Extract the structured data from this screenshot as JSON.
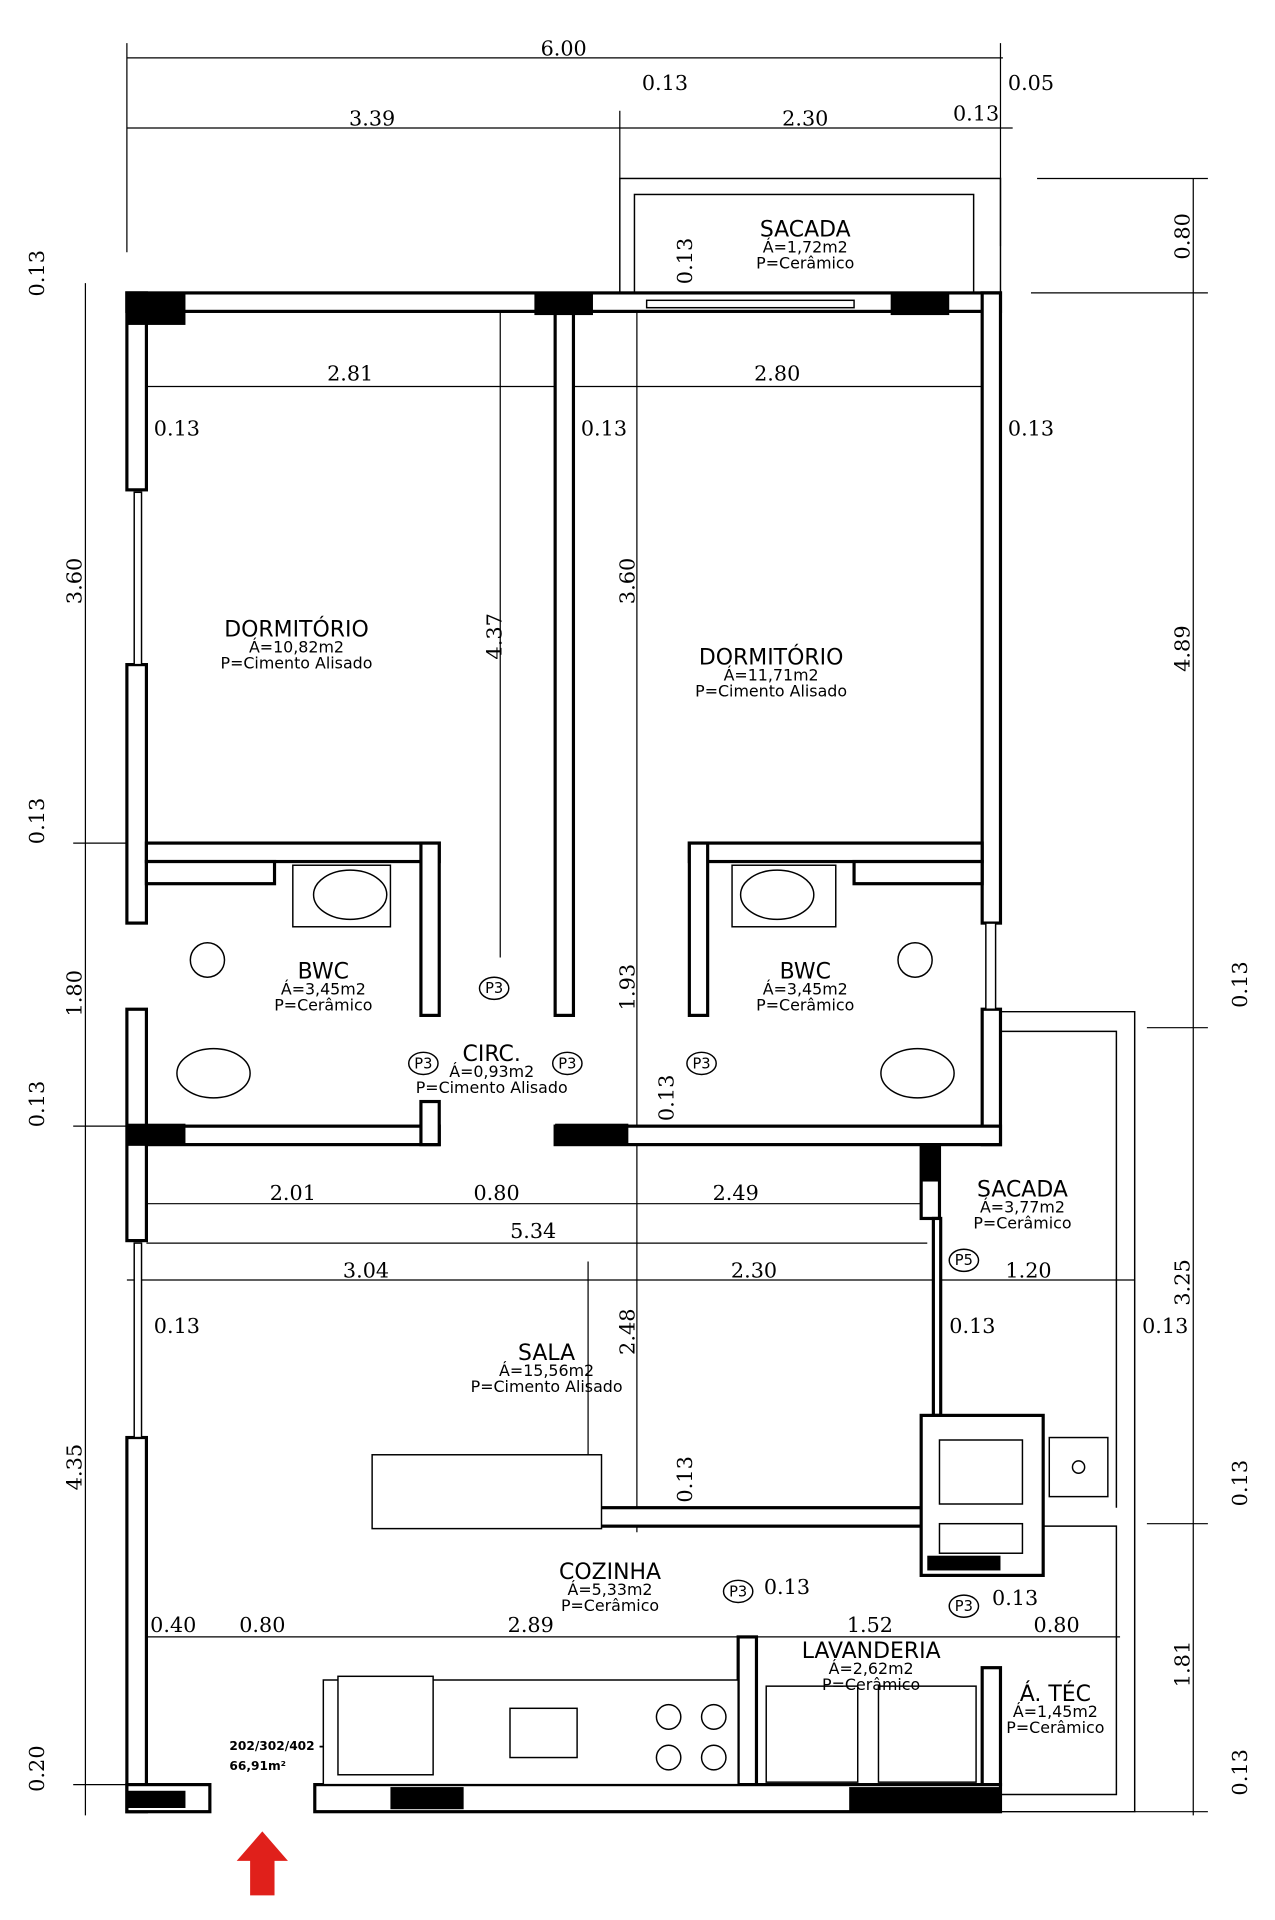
{
  "plan": {
    "unit_note_line1": "202/302/402 -",
    "unit_note_line2": "66,91m²",
    "entrance_arrow_color": "#e0201b",
    "rooms": [
      {
        "name": "SACADA",
        "area": "Á=1,72m2",
        "floor": "P=Cerâmico"
      },
      {
        "name": "DORMITÓRIO",
        "area": "Á=10,82m2",
        "floor": "P=Cimento Alisado"
      },
      {
        "name": "DORMITÓRIO",
        "area": "Á=11,71m2",
        "floor": "P=Cimento Alisado"
      },
      {
        "name": "BWC",
        "area": "Á=3,45m2",
        "floor": "P=Cerâmico"
      },
      {
        "name": "BWC",
        "area": "Á=3,45m2",
        "floor": "P=Cerâmico"
      },
      {
        "name": "CIRC.",
        "area": "Á=0,93m2",
        "floor": "P=Cimento Alisado"
      },
      {
        "name": "SACADA",
        "area": "Á=3,77m2",
        "floor": "P=Cerâmico"
      },
      {
        "name": "SALA",
        "area": "Á=15,56m2",
        "floor": "P=Cimento Alisado"
      },
      {
        "name": "COZINHA",
        "area": "Á=5,33m2",
        "floor": "P=Cerâmico"
      },
      {
        "name": "LAVANDERIA",
        "area": "Á=2,62m2",
        "floor": "P=Cerâmico"
      },
      {
        "name": "Á. TÉC",
        "area": "Á=1,45m2",
        "floor": "P=Cerâmico"
      }
    ],
    "door_tags": [
      "P3",
      "P3",
      "P3",
      "P3",
      "P3",
      "P3",
      "P5"
    ],
    "dimensions": [
      "6.00",
      "3.39",
      "0.13",
      "2.30",
      "0.13",
      "0.05",
      "0.80",
      "4.89",
      "0.13",
      "3.25",
      "0.13",
      "1.81",
      "0.13",
      "0.13",
      "3.60",
      "0.13",
      "1.80",
      "0.13",
      "4.35",
      "0.20",
      "2.81",
      "0.13",
      "0.13",
      "2.80",
      "0.13",
      "4.37",
      "3.60",
      "1.93",
      "0.13",
      "2.01",
      "0.80",
      "2.49",
      "5.34",
      "3.04",
      "2.30",
      "1.20",
      "0.13",
      "0.13",
      "0.13",
      "2.48",
      "0.13",
      "0.13",
      "0.13",
      "0.40",
      "0.80",
      "2.89",
      "1.52",
      "0.80",
      "0.13"
    ]
  }
}
